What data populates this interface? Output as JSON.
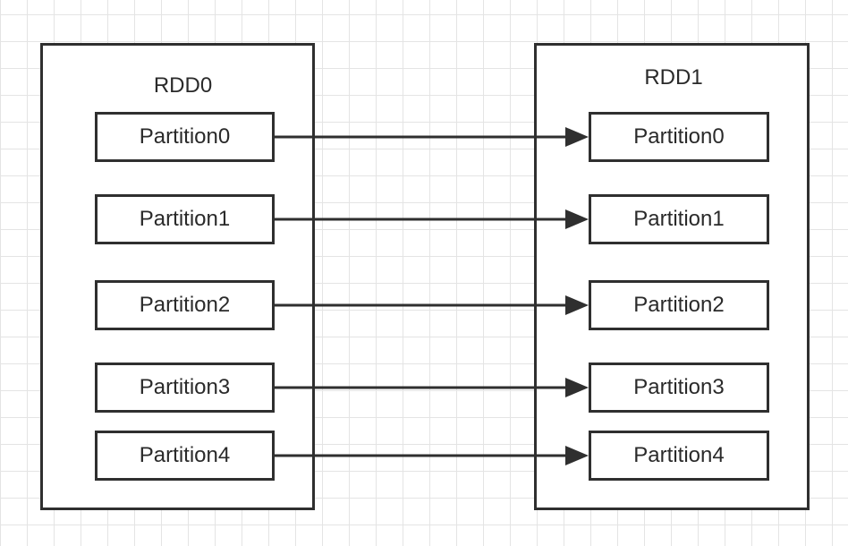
{
  "diagram": {
    "source": {
      "title": "RDD0",
      "partitions": [
        "Partition0",
        "Partition1",
        "Partition2",
        "Partition3",
        "Partition4"
      ]
    },
    "target": {
      "title": "RDD1",
      "partitions": [
        "Partition0",
        "Partition1",
        "Partition2",
        "Partition3",
        "Partition4"
      ]
    },
    "edges": [
      {
        "from": "RDD0.Partition0",
        "to": "RDD1.Partition0"
      },
      {
        "from": "RDD0.Partition1",
        "to": "RDD1.Partition1"
      },
      {
        "from": "RDD0.Partition2",
        "to": "RDD1.Partition2"
      },
      {
        "from": "RDD0.Partition3",
        "to": "RDD1.Partition3"
      },
      {
        "from": "RDD0.Partition4",
        "to": "RDD1.Partition4"
      }
    ],
    "colors": {
      "stroke": "#2f2f2f",
      "text": "#2a2a2a",
      "grid": "#e4e4e4"
    }
  }
}
